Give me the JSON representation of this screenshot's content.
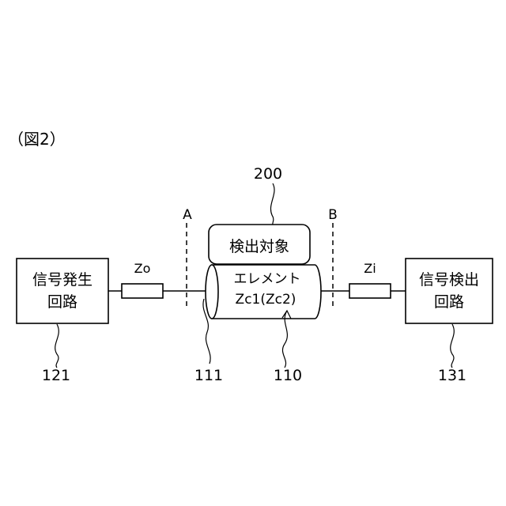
{
  "figure": {
    "label": "（図2）"
  },
  "blocks": {
    "signal_generator": {
      "line1": "信号発生",
      "line2": "回路",
      "ref": "121"
    },
    "signal_detector": {
      "line1": "信号検出",
      "line2": "回路",
      "ref": "131"
    },
    "detection_target": {
      "label": "検出対象",
      "ref": "200"
    },
    "element": {
      "label": "エレメント",
      "impedance": "Zc1(Zc2)",
      "ref": "110"
    },
    "element_end": {
      "ref": "111"
    }
  },
  "impedances": {
    "zo": "Zo",
    "zi": "Zi"
  },
  "boundaries": {
    "a": "A",
    "b": "B"
  }
}
